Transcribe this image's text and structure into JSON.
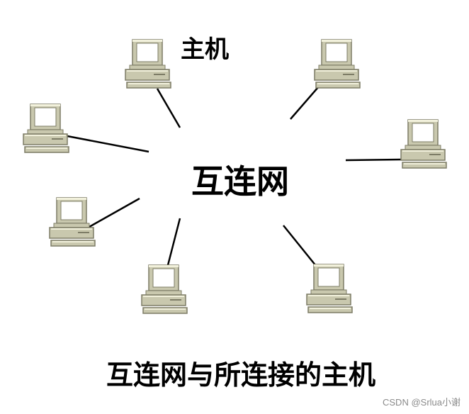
{
  "host_label": "主机",
  "center_label": "互连网",
  "caption": "互连网与所连接的主机",
  "watermark": "CSDN @Srlua小谢",
  "colors": {
    "computer_body": "#c9c8ae",
    "computer_shadow": "#7d7c66",
    "computer_highlight": "#f2f1dc",
    "screen": "#ffffff",
    "link": "#000000"
  },
  "computers": [
    {
      "name": "computer-top-left",
      "link": "link-top-left"
    },
    {
      "name": "computer-top-right",
      "link": "link-top-right"
    },
    {
      "name": "computer-left",
      "link": "link-left"
    },
    {
      "name": "computer-right",
      "link": "link-right"
    },
    {
      "name": "computer-lower-left",
      "link": "link-lower-left"
    },
    {
      "name": "computer-bottom-left",
      "link": "link-bottom-left"
    },
    {
      "name": "computer-bottom-right",
      "link": "link-bottom-right"
    }
  ]
}
